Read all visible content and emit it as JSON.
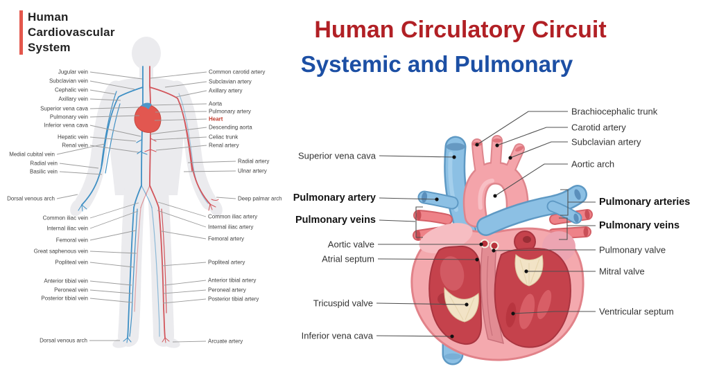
{
  "left_panel": {
    "title_lines": [
      "Human",
      "Cardiovascular",
      "System"
    ],
    "accent_color": "#E4574C",
    "vein_labels": [
      {
        "text": "Jugular vein"
      },
      {
        "text": "Subclavian vein"
      },
      {
        "text": "Cephalic vein"
      },
      {
        "text": "Axillary vein"
      },
      {
        "text": "Superior vena cava"
      },
      {
        "text": "Pulmonary vein"
      },
      {
        "text": "Inferior vena cava"
      },
      {
        "text": "Hepatic vein"
      },
      {
        "text": "Renal vein"
      },
      {
        "text": "Medial cubital vein"
      },
      {
        "text": "Radial vein"
      },
      {
        "text": "Basilic vein"
      },
      {
        "text": "Dorsal venous arch"
      },
      {
        "text": "Common iliac vein"
      },
      {
        "text": "Internal iliac vein"
      },
      {
        "text": "Femoral vein"
      },
      {
        "text": "Great saphenous vein"
      },
      {
        "text": "Popliteal vein"
      },
      {
        "text": "Anterior tibial vein"
      },
      {
        "text": "Peroneal vein"
      },
      {
        "text": "Posterior tibial vein"
      },
      {
        "text": "Dorsal venous arch"
      }
    ],
    "artery_labels": [
      {
        "text": "Common carotid artery"
      },
      {
        "text": "Subclavian artery"
      },
      {
        "text": "Axillary artery"
      },
      {
        "text": "Aorta"
      },
      {
        "text": "Pulmonary artery"
      },
      {
        "text": "Heart",
        "emphasis": true
      },
      {
        "text": "Descending aorta"
      },
      {
        "text": "Celiac trunk"
      },
      {
        "text": "Renal artery"
      },
      {
        "text": "Radial artery"
      },
      {
        "text": "Ulnar artery"
      },
      {
        "text": "Deep palmar arch"
      },
      {
        "text": "Common iliac artery"
      },
      {
        "text": "Internal iliac artery"
      },
      {
        "text": "Femoral artery"
      },
      {
        "text": "Popliteal artery"
      },
      {
        "text": "Anterior tibial artery"
      },
      {
        "text": "Peroneal artery"
      },
      {
        "text": "Posterior tibial artery"
      },
      {
        "text": "Arcuate artery"
      }
    ]
  },
  "right_panel": {
    "title_line1": {
      "text": "Human Circulatory Circuit",
      "color": "#B12025"
    },
    "title_line2": {
      "text": "Systemic and Pulmonary",
      "color": "#1C4FA4"
    },
    "heart_left_labels": [
      {
        "text": "Superior vena cava",
        "bold": false
      },
      {
        "text": "Pulmonary artery",
        "bold": true
      },
      {
        "text": "Pulmonary veins",
        "bold": true
      },
      {
        "text": "Aortic valve",
        "bold": false
      },
      {
        "text": "Atrial septum",
        "bold": false
      },
      {
        "text": "Tricuspid valve",
        "bold": false
      },
      {
        "text": "Inferior vena cava",
        "bold": false
      }
    ],
    "heart_right_labels": [
      {
        "text": "Brachiocephalic trunk",
        "bold": false
      },
      {
        "text": "Carotid artery",
        "bold": false
      },
      {
        "text": "Subclavian artery",
        "bold": false
      },
      {
        "text": "Aortic arch",
        "bold": false
      },
      {
        "text": "Pulmonary arteries",
        "bold": true
      },
      {
        "text": "Pulmonary veins",
        "bold": true
      },
      {
        "text": "Pulmonary valve",
        "bold": false
      },
      {
        "text": "Mitral valve",
        "bold": false
      },
      {
        "text": "Ventricular septum",
        "bold": false
      }
    ]
  },
  "colors": {
    "artery_red": "#D2555B",
    "vein_blue": "#3E8FC4",
    "heart_pink": "#F4A9AE",
    "chamber_red": "#C5424C",
    "vessel_blue": "#8CC0E4",
    "valve_cream": "#F2E3C6",
    "leader_gray": "#9B9B9B",
    "leader_dark": "#4F4F4F"
  }
}
